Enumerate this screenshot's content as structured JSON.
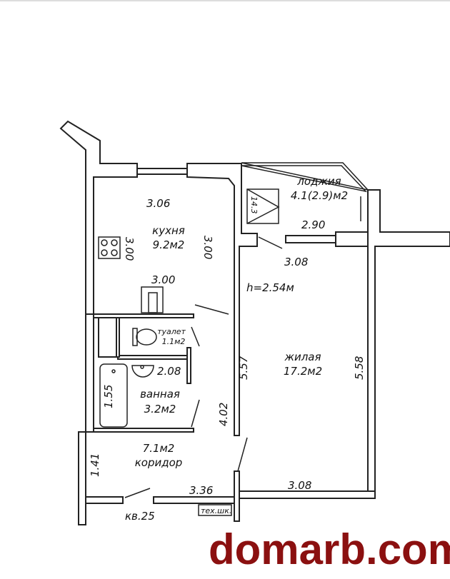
{
  "rooms": {
    "kitchen": {
      "name": "кухня",
      "area": "9.2м2",
      "dim_top": "3.06",
      "dim_left": "3.00",
      "dim_right": "3.00",
      "dim_bottom": "3.00"
    },
    "loggia": {
      "name": "лоджия",
      "area": "4.1(2.9)м2",
      "dim_bottom": "2.90"
    },
    "shaft": {
      "label": "14.3"
    },
    "living": {
      "name": "жилая",
      "area": "17.2м2",
      "dim_top": "3.08",
      "dim_left": "5.57",
      "dim_right": "5.58",
      "dim_bottom": "3.08"
    },
    "ceiling": "h=2.54м",
    "toilet": {
      "name": "туалет",
      "area": "1.1м2"
    },
    "bathroom": {
      "name": "ванная",
      "area": "3.2м2",
      "dim_top": "2.08",
      "dim_left": "1.55",
      "dim_right": "4.02"
    },
    "corridor": {
      "name": "коридор",
      "area": "7.1м2",
      "dim_left": "1.41",
      "dim_bottom": "3.36"
    }
  },
  "apartment_label": "кв.25",
  "tech_cabinet": "тех.шк.",
  "watermark": "domarb.com",
  "colors": {
    "watermark": "#8b1010",
    "walls": "#222222"
  }
}
